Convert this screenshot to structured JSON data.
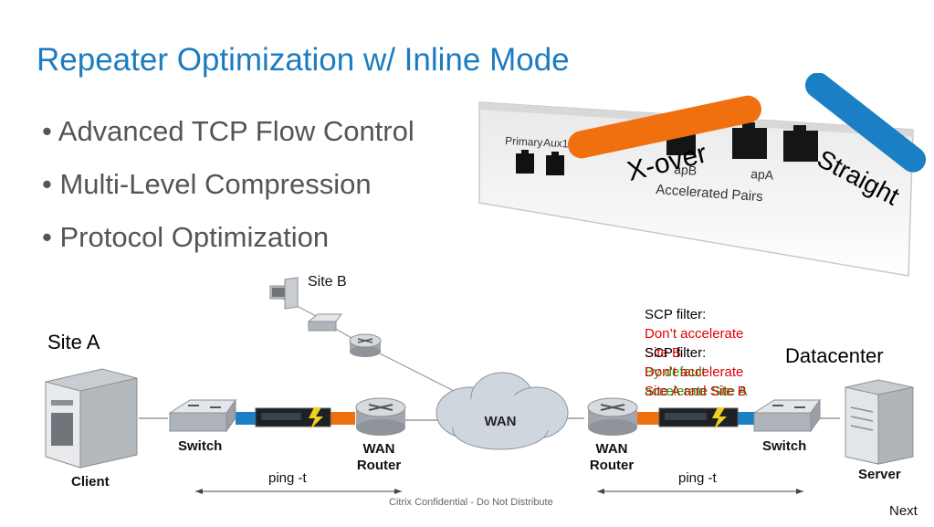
{
  "title": "Repeater Optimization w/ Inline Mode",
  "bullets": [
    "Advanced TCP Flow Control",
    "Multi-Level Compression",
    "Protocol Optimization"
  ],
  "panel": {
    "primary": "Primary",
    "aux1": "Aux1",
    "port_b": "apB",
    "port_a": "apA",
    "accelerated_pairs": "Accelerated Pairs",
    "xover": "X-over",
    "straight": "Straight"
  },
  "diagram": {
    "site_a": "Site A",
    "site_b": "Site B",
    "datacenter": "Datacenter",
    "wan": "WAN",
    "client": "Client",
    "server": "Server",
    "switch_left": "Switch",
    "switch_right": "Switch",
    "router_left": "WAN\nRouter",
    "router_right": "WAN\nRouter",
    "ping_left": "ping -t",
    "ping_right": "ping -t",
    "filter1": {
      "label": "SCP filter:",
      "red": "Don’t accelerate\nSite B",
      "green": "By default\naccelerate Site A"
    },
    "filter2": {
      "label": "SCP filter:",
      "red": "Don’t accelerate\nSite A and Site B"
    }
  },
  "footer": "Citrix Confidential - Do Not Distribute",
  "next": "Next",
  "colors": {
    "title": "#1c7cc0",
    "orange": "#f07010",
    "blue": "#1a7fc4",
    "red": "#e00000",
    "green": "#1aa01a"
  }
}
